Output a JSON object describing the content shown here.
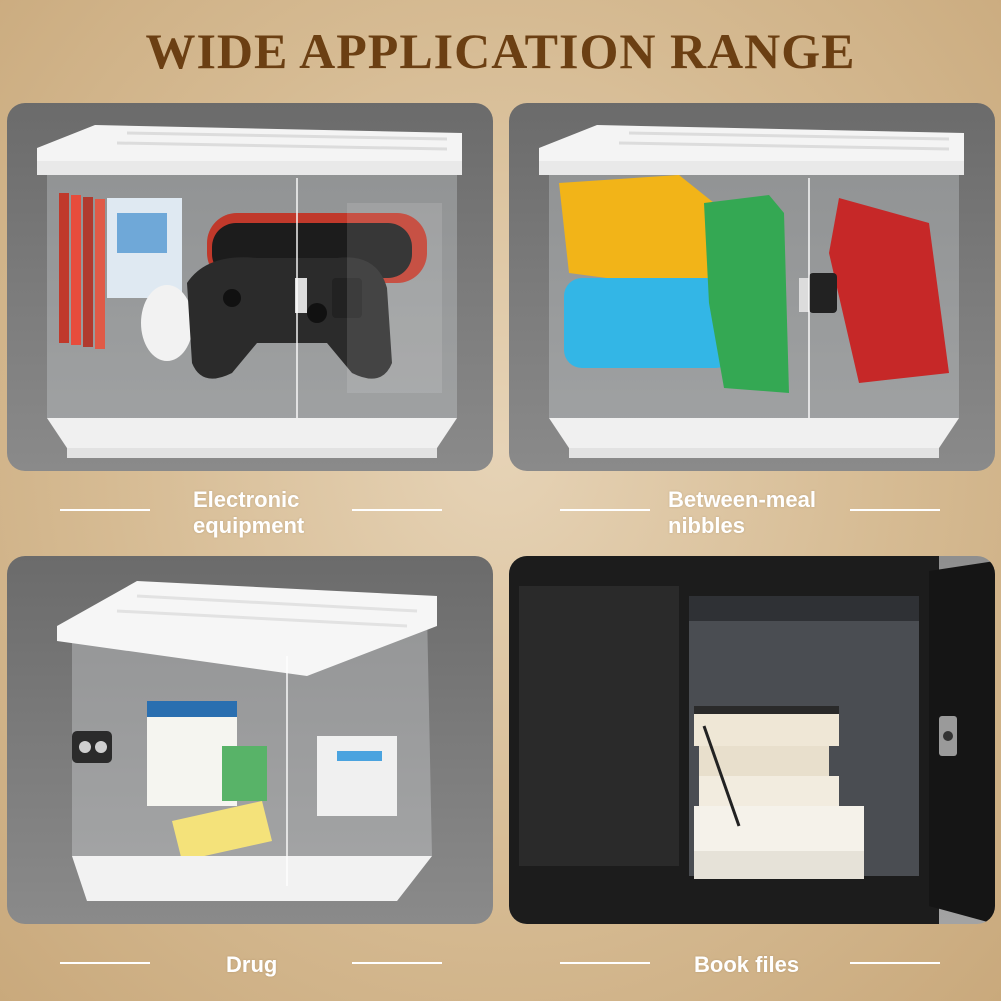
{
  "title": "WIDE APPLICATION RANGE",
  "panels": [
    {
      "caption_line1": "Electronic",
      "caption_line2": "equipment",
      "icon": "transparent-storage-box-with-game-controllers"
    },
    {
      "caption_line1": "Between-meal",
      "caption_line2": "nibbles",
      "icon": "transparent-storage-box-with-snacks"
    },
    {
      "caption": "Drug",
      "icon": "transparent-storage-box-with-medicine"
    },
    {
      "caption": "Book files",
      "icon": "black-storage-box-with-books"
    }
  ],
  "colors": {
    "title": "#6b3f13",
    "background": "#d6bb93",
    "caption": "#ffffff"
  }
}
